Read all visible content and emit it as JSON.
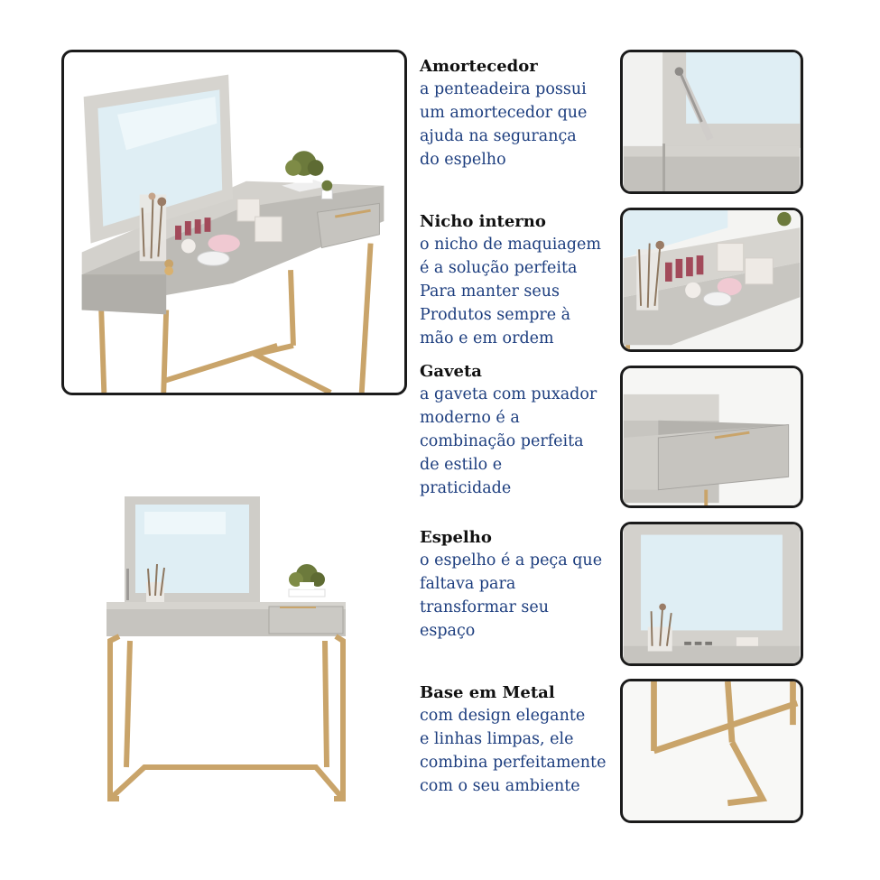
{
  "colors": {
    "text_title": "#111111",
    "text_body": "#1c3d7e",
    "frame_border": "#1b1b1b",
    "furniture_gray": "#c9c7c2",
    "metal_gold": "#c9a46a",
    "mirror_blue": "#dfeef4"
  },
  "features": [
    {
      "title": "Amortecedor",
      "lines": [
        "a penteadeira possui",
        "um amortecedor que",
        "ajuda na segurança",
        "do espelho"
      ]
    },
    {
      "title": "Nicho interno",
      "lines": [
        "o nicho de maquiagem",
        "é a solução perfeita",
        "Para manter seus",
        "Produtos sempre à",
        "mão e em ordem"
      ]
    },
    {
      "title": "Gaveta",
      "lines": [
        "a gaveta com puxador",
        "moderno é a",
        "combinação perfeita",
        "de estilo e",
        "praticidade"
      ]
    },
    {
      "title": "Espelho",
      "lines": [
        "o espelho é a peça que",
        "faltava para",
        "transformar seu",
        "espaço"
      ]
    },
    {
      "title": "Base em Metal",
      "lines": [
        "com design elegante",
        "e linhas limpas, ele",
        "combina perfeitamente",
        "com o seu ambiente"
      ]
    }
  ]
}
